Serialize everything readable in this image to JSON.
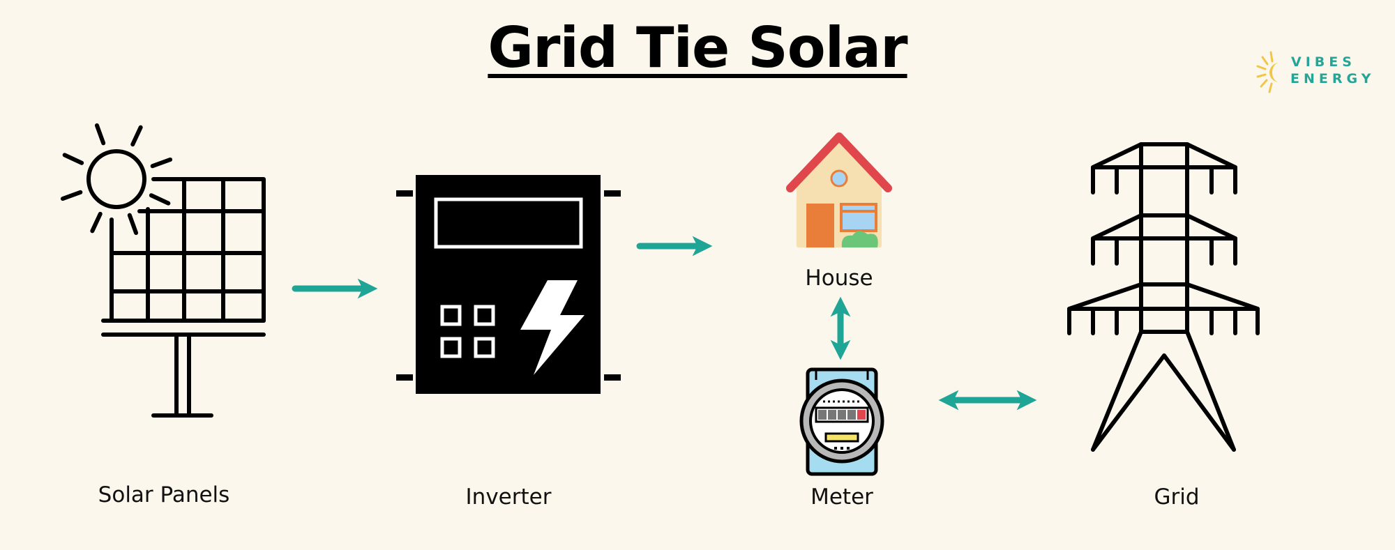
{
  "title": "Grid Tie Solar",
  "logo": {
    "line1": "VIBES",
    "line2": "ENERGY",
    "icon": "sun-logo-icon"
  },
  "nodes": [
    {
      "id": "solar",
      "label": "Solar Panels",
      "icon": "solar-panel-icon"
    },
    {
      "id": "inverter",
      "label": "Inverter",
      "icon": "inverter-icon"
    },
    {
      "id": "house",
      "label": "House",
      "icon": "house-icon"
    },
    {
      "id": "meter",
      "label": "Meter",
      "icon": "meter-icon"
    },
    {
      "id": "grid",
      "label": "Grid",
      "icon": "transmission-tower-icon"
    }
  ],
  "edges": [
    {
      "from": "solar",
      "to": "inverter",
      "direction": "one-way"
    },
    {
      "from": "inverter",
      "to": "house",
      "direction": "one-way"
    },
    {
      "from": "house",
      "to": "meter",
      "direction": "two-way"
    },
    {
      "from": "meter",
      "to": "grid",
      "direction": "two-way"
    }
  ],
  "colors": {
    "background": "#fbf7ec",
    "arrow": "#1fa596",
    "icon": "#000000",
    "brand": "#25a597",
    "brand_sun": "#f0c64a",
    "roof": "#e0474c"
  }
}
